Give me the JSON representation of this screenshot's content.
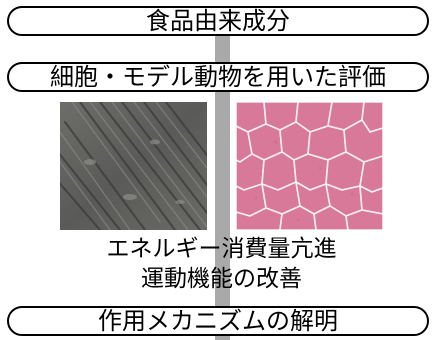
{
  "flow": {
    "step1": "食品由来成分",
    "step2": "細胞・モデル動物を用いた評価",
    "outcome_line1": "エネルギー消費量亢進",
    "outcome_line2": "運動機能の改善",
    "step3": "作用メカニズムの解明"
  },
  "colors": {
    "connector": "#a9a9a9",
    "pill_border": "#000000",
    "cell_image_base": "#5e5e5c",
    "tissue_image_base": "#d9799a"
  }
}
